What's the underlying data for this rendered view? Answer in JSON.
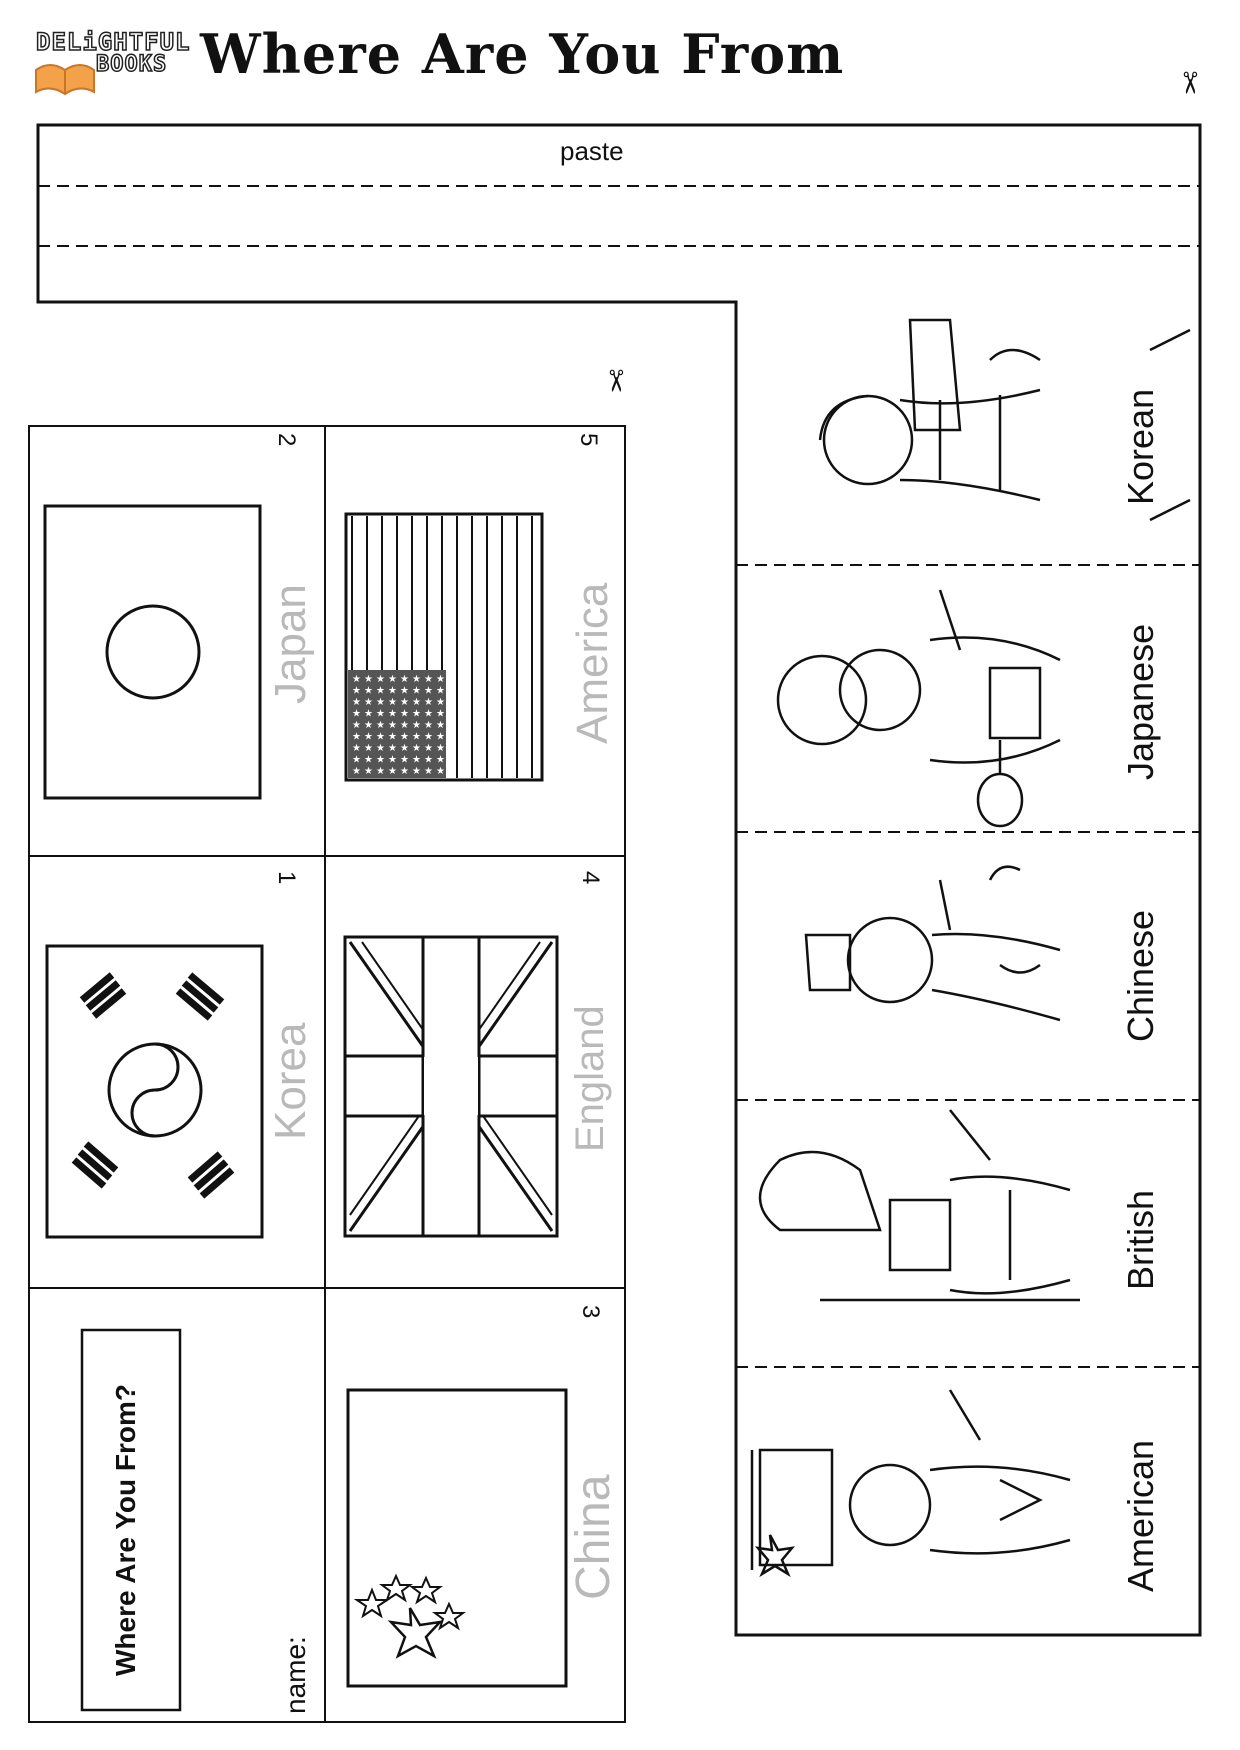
{
  "brand": {
    "line1": "DELiGHTFUL",
    "line2": "BOOKS"
  },
  "header": {
    "title": "Where Are You From"
  },
  "strip": {
    "paste_label": "paste"
  },
  "cover": {
    "title": "Where Are You From?",
    "name_label": "name:"
  },
  "flags": [
    {
      "number": "1",
      "country": "Korea"
    },
    {
      "number": "2",
      "country": "Japan"
    },
    {
      "number": "3",
      "country": "China"
    },
    {
      "number": "4",
      "country": "England"
    },
    {
      "number": "5",
      "country": "America"
    }
  ],
  "people": [
    {
      "label": "Korean"
    },
    {
      "label": "Japanese"
    },
    {
      "label": "Chinese"
    },
    {
      "label": "British"
    },
    {
      "label": "American"
    }
  ],
  "colors": {
    "line": "#111111",
    "faded_label": "#b9b9b9",
    "book_orange": "#f4a24a"
  },
  "icons": [
    "scissors-icon",
    "book-icon"
  ]
}
